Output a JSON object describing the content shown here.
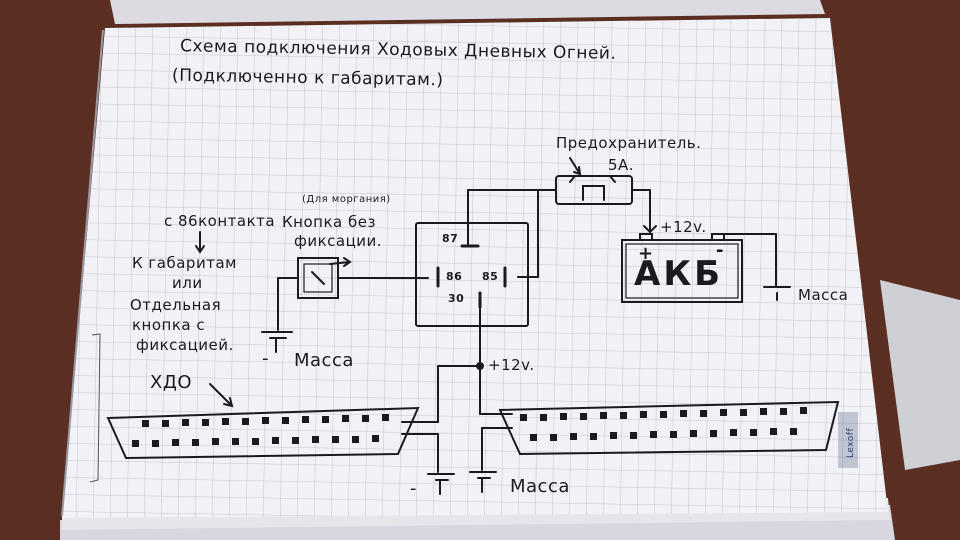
{
  "title": "Схема подключения Ходовых Дневных Огней.",
  "subtitle": "(Подключенно к габаритам.)",
  "fuse": {
    "label": "Предохранитель.",
    "rating": "5А."
  },
  "battery": {
    "label": "АКБ",
    "voltage": "+12v.",
    "plus": "+",
    "minus": "-"
  },
  "ground_label": "Масса",
  "minus_sign": "-",
  "plus_12v": "+12v.",
  "relay": {
    "pin_87": "87",
    "pin_86": "86",
    "pin_85": "85",
    "pin_30": "30"
  },
  "button": {
    "note": "(Для моргания)",
    "label_line1": "Кнопка без",
    "label_line2": "фиксации."
  },
  "source_note": {
    "line1": "с 86контакта",
    "arrow": "↓",
    "line2": "К габаритам",
    "line3": "или",
    "line4": "Отдельная",
    "line5": "кнопка с",
    "line6": "фиксацией."
  },
  "drl_label": "ХДО",
  "watermark": "Lexoff",
  "colors": {
    "paper": "#f2f2f6",
    "grid": "#b4b6c6",
    "ink": "#1b1b1f",
    "table": "#5a2f22"
  }
}
